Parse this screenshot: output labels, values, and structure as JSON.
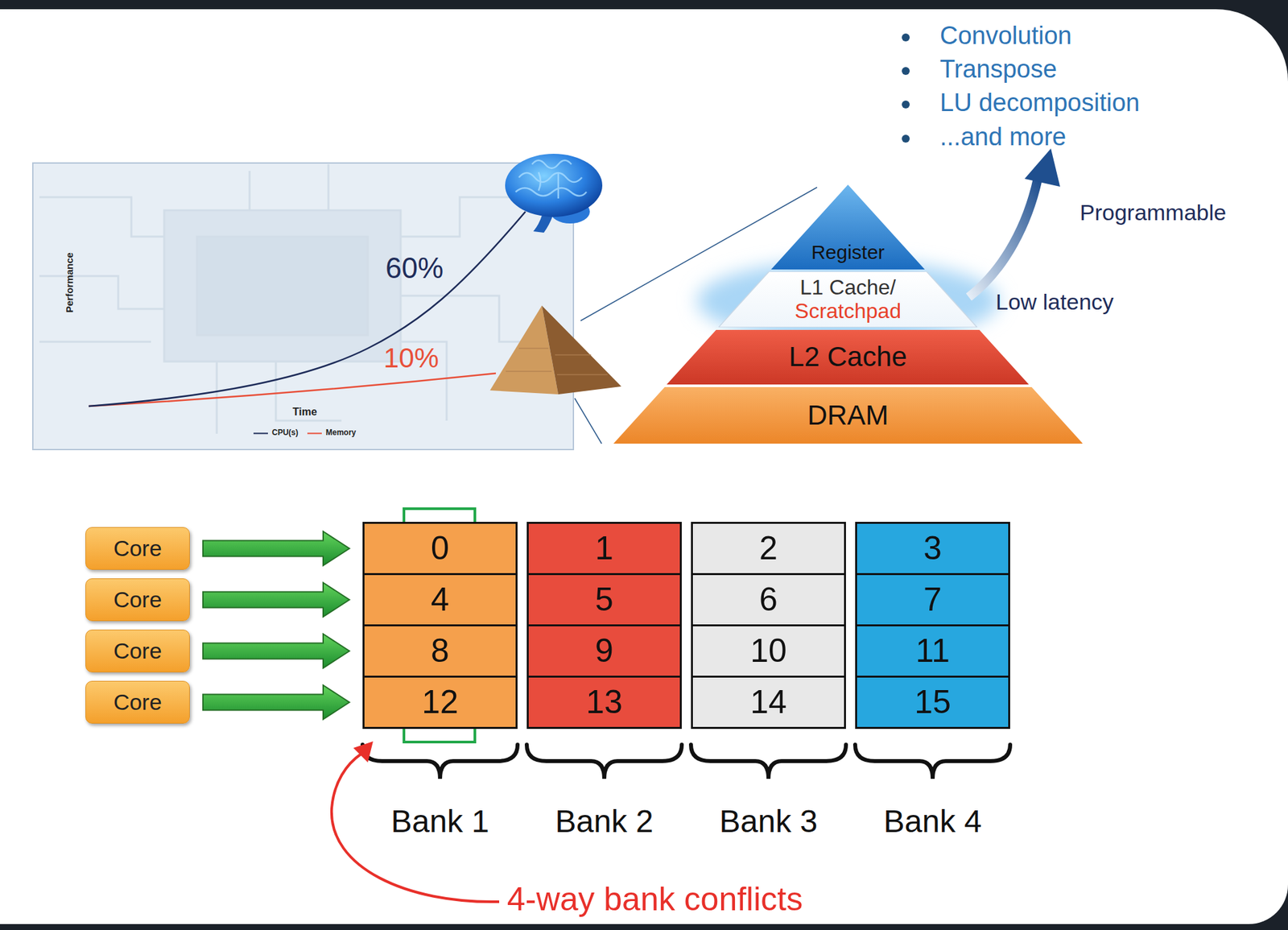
{
  "diagram": {
    "nodes": [
      {
        "text": [
          "Register"
        ]
      },
      {
        "text": [
          "L1 Cache/",
          "Scratchpad"
        ]
      },
      {
        "text": [
          "L2 Cache"
        ]
      },
      {
        "text": [
          "DRAM"
        ]
      },
      {
        "text": [
          "Core"
        ]
      },
      {
        "text": [
          "Core"
        ]
      },
      {
        "text": [
          "Core"
        ]
      },
      {
        "text": [
          "Core"
        ]
      },
      {
        "text": [
          "0"
        ]
      },
      {
        "text": [
          "1"
        ]
      },
      {
        "text": [
          "2"
        ]
      },
      {
        "text": [
          "3"
        ]
      },
      {
        "text": [
          "4"
        ]
      },
      {
        "text": [
          "5"
        ]
      },
      {
        "text": [
          "6"
        ]
      },
      {
        "text": [
          "7"
        ]
      },
      {
        "text": [
          "8"
        ]
      },
      {
        "text": [
          "9"
        ]
      },
      {
        "text": [
          "10"
        ]
      },
      {
        "text": [
          "11"
        ]
      },
      {
        "text": [
          "12"
        ]
      },
      {
        "text": [
          "13"
        ]
      },
      {
        "text": [
          "14"
        ]
      },
      {
        "text": [
          "15"
        ]
      }
    ],
    "edges": [
      {
        "from": 4,
        "to": 8,
        "arrow": "to"
      },
      {
        "from": 5,
        "to": 12,
        "arrow": "to"
      },
      {
        "from": 6,
        "to": 16,
        "arrow": "to"
      },
      {
        "from": 7,
        "to": 20,
        "arrow": "to"
      }
    ],
    "labels": [
      "Performance",
      "Time",
      "60%",
      "10%",
      "Convolution",
      "Transpose",
      "LU decomposition",
      "...and more",
      "Programmable",
      "Low latency",
      "Bank 1",
      "Bank 2",
      "Bank 3",
      "Bank 4",
      "4-way bank conflicts"
    ],
    "legend": [
      {
        "text": "CPU(s)"
      },
      {
        "text": "Memory"
      }
    ]
  }
}
